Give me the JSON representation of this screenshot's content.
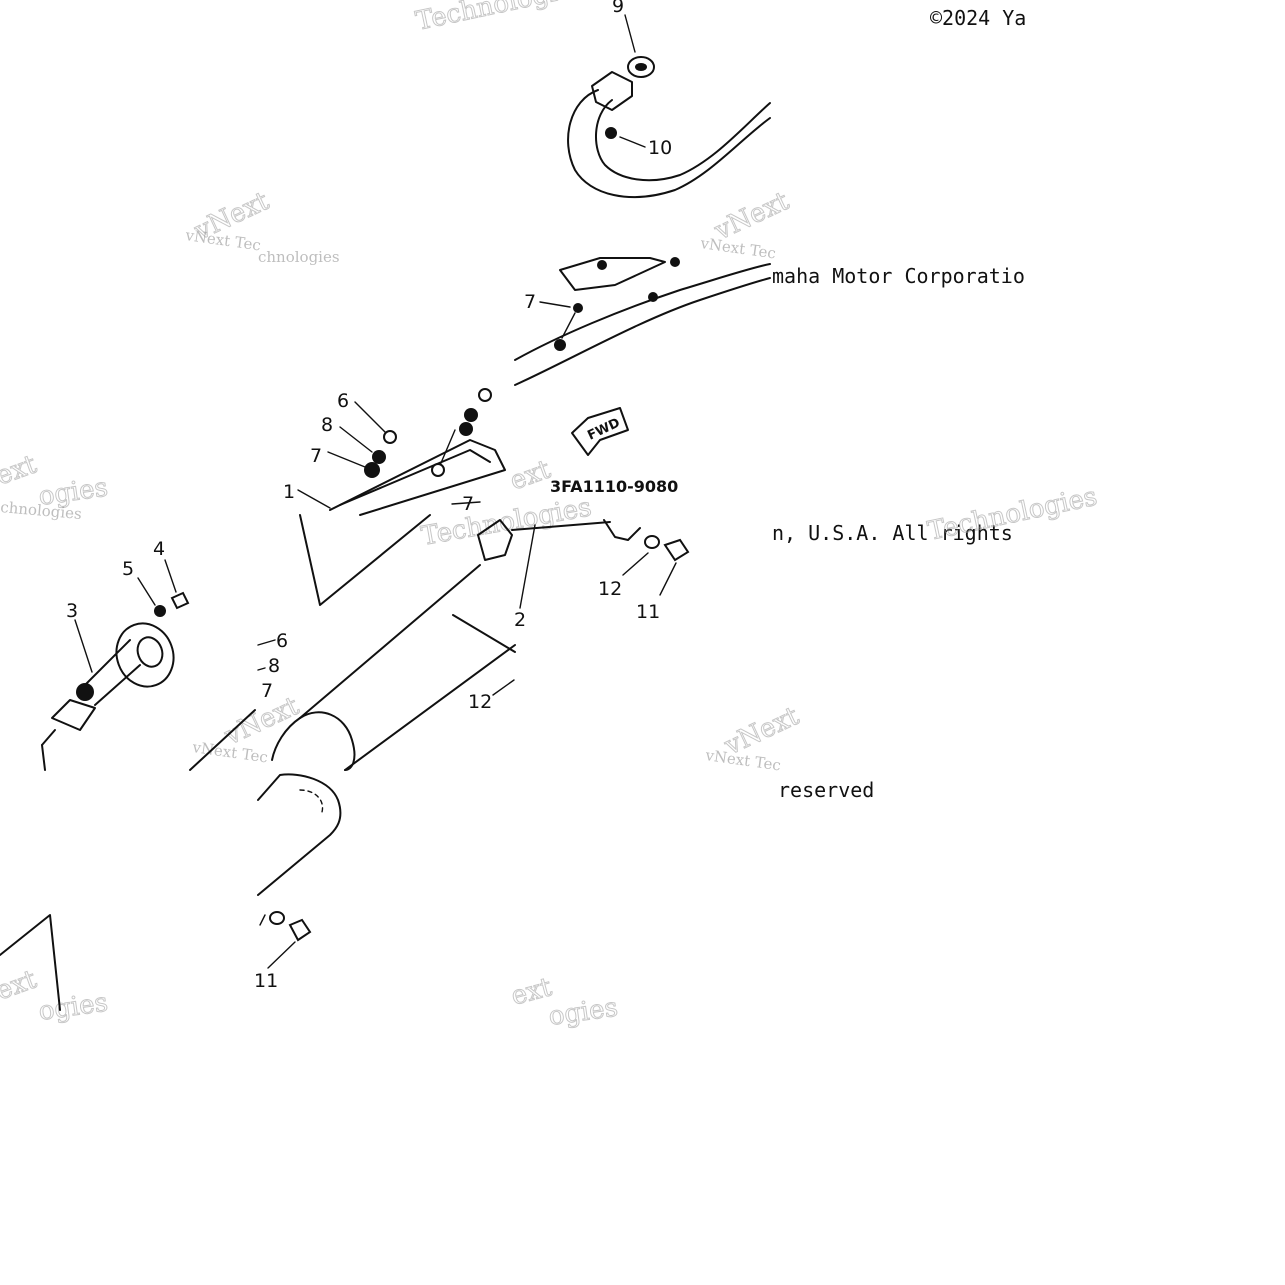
{
  "copyright": {
    "line1": "©2024 Ya",
    "line2": "maha Motor Corporatio",
    "line3": "n, U.S.A. All rights",
    "line4": "reserved"
  },
  "part_code": "3FA1110-9080",
  "fwd_label": "FWD",
  "watermarks": {
    "vnext": "vNext",
    "vnext_tec": "vNext Tec",
    "technologies": "Technologies",
    "technologies_alt": "chnologies",
    "ext": "ext",
    "ogies": "ogies"
  },
  "callouts": {
    "c9": "9",
    "c10": "10",
    "c7a": "7",
    "c6a": "6",
    "c8a": "8",
    "c7b": "7",
    "c1": "1",
    "c7c": "7",
    "c4": "4",
    "c5": "5",
    "c3": "3",
    "c6b": "6",
    "c8b": "8",
    "c7d": "7",
    "c2": "2",
    "c12a": "12",
    "c11a": "11",
    "c12b": "12",
    "c11b": "11"
  }
}
